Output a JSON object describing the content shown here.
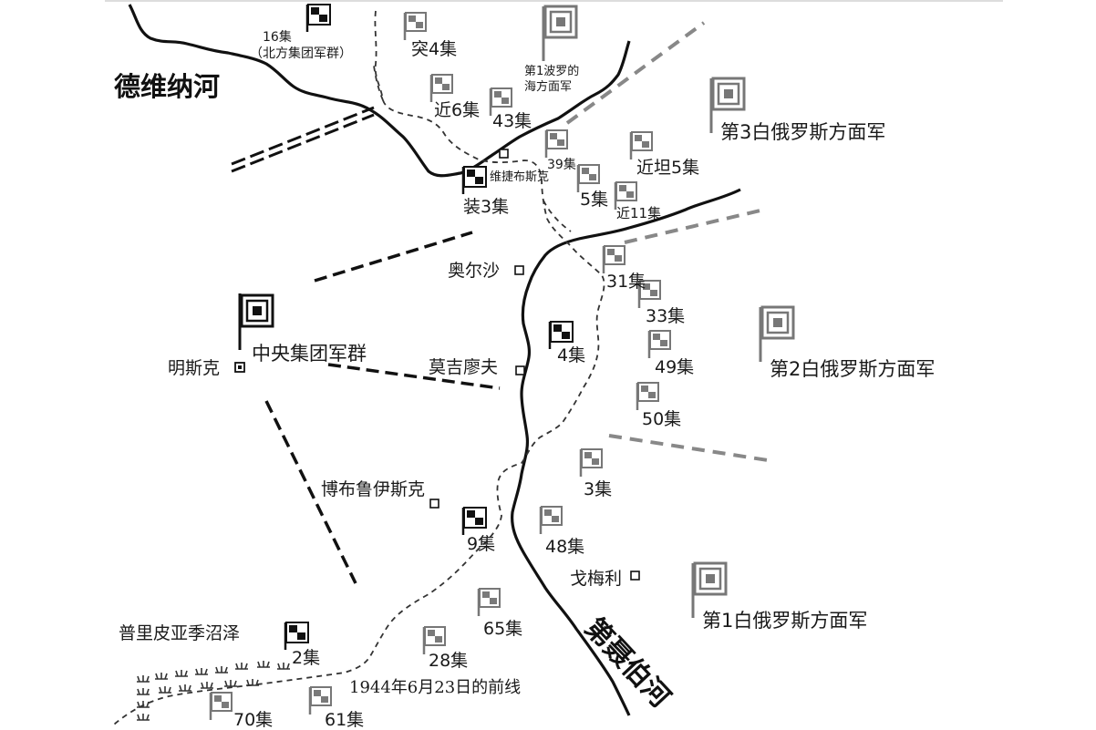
{
  "rivers": {
    "dvina": "德维纳河",
    "dnieper": "第聂伯河"
  },
  "cities": {
    "vitebsk": "维捷布斯克",
    "orsha": "奥尔沙",
    "minsk": "明斯克",
    "mogilev": "莫吉廖夫",
    "bobruisk": "博布鲁伊斯克",
    "gomel": "戈梅利"
  },
  "fronts": {
    "baltic1": [
      "第1波罗的",
      "海方面军"
    ],
    "belorussian3": "第3白俄罗斯方面军",
    "belorussian2": "第2白俄罗斯方面军",
    "belorussian1": "第1白俄罗斯方面军"
  },
  "german_groups": {
    "center": "中央集团军群",
    "army16": [
      "16集",
      "（北方集团军群）"
    ]
  },
  "german_units": {
    "pz3": "装3集",
    "army4": "4集",
    "army9": "9集",
    "army2": "2集"
  },
  "soviet_units": {
    "shock4": "突4集",
    "g6": "近6集",
    "a43": "43集",
    "a39": "39集",
    "gt5": "近坦5集",
    "a5": "5集",
    "g11": "近11集",
    "a31": "31集",
    "a33": "33集",
    "a49": "49集",
    "a50": "50集",
    "a3": "3集",
    "a48": "48集",
    "a65": "65集",
    "a28": "28集",
    "a70": "70集",
    "a61": "61集"
  },
  "regions": {
    "pripyat": "普里皮亚季沼泽"
  },
  "frontline_label": "1944年6月23日的前线"
}
